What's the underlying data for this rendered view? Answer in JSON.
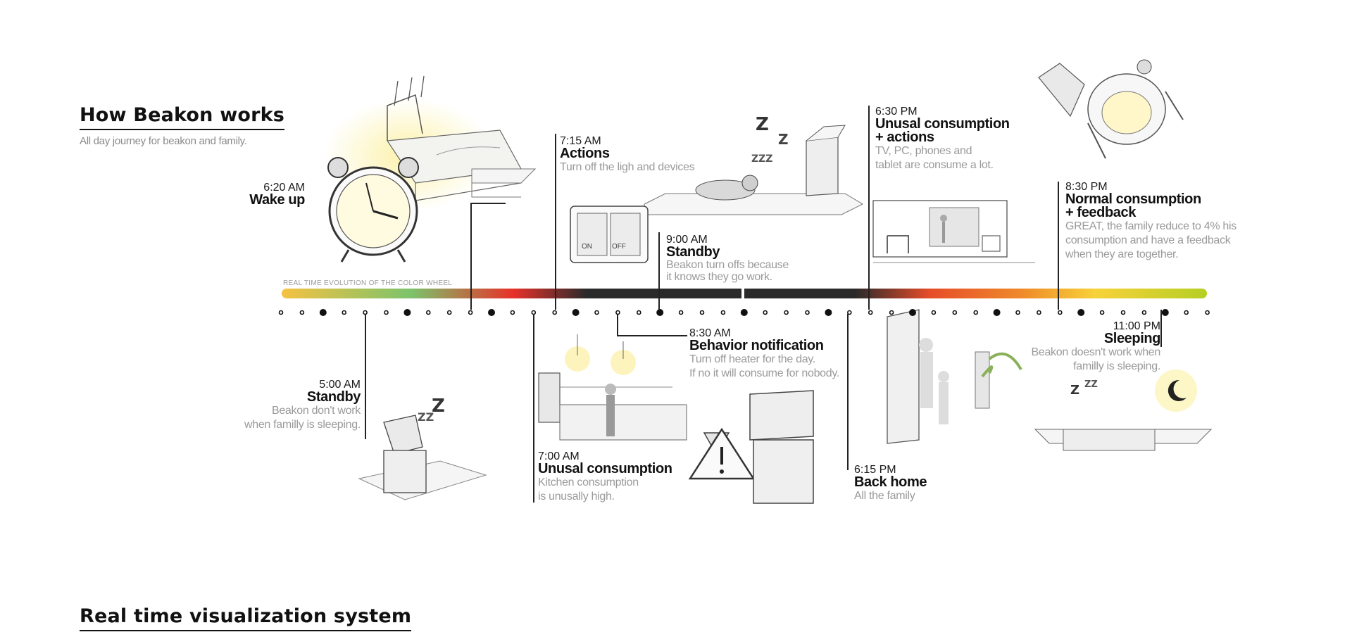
{
  "header": {
    "title": "How Beakon works",
    "subtitle": "All day journey for beakon and family."
  },
  "wheel": {
    "caption": "REAL TIME EVOLUTION OF THE COLOR WHEEL",
    "colors": {
      "yellow": "#f5c242",
      "green": "#7cc36b",
      "red": "#e8322a",
      "dark": "#2a2a2a",
      "orange": "#ef8a2a",
      "lime": "#b6cf22"
    }
  },
  "events": {
    "e0500": {
      "time": "5:00 AM",
      "title": "Standby",
      "desc1": "Beakon don't work",
      "desc2": "when familly is sleeping."
    },
    "e0620": {
      "time": "6:20 AM",
      "title": "Wake up"
    },
    "e0700": {
      "time": "7:00 AM",
      "title": "Unusal consumption",
      "desc1": "Kitchen consumption",
      "desc2": "is unusally high."
    },
    "e0715": {
      "time": "7:15 AM",
      "title": "Actions",
      "desc1": "Turn off the ligh and devices"
    },
    "e0830": {
      "time": "8:30 AM",
      "title": "Behavior notification",
      "desc1": "Turn off heater for the day.",
      "desc2": "If no it will consume for nobody."
    },
    "e0900": {
      "time": "9:00 AM",
      "title": "Standby",
      "desc1": "Beakon turn offs because",
      "desc2": "it knows they go work."
    },
    "e1815": {
      "time": "6:15 PM",
      "title": "Back home",
      "desc1": "All the family"
    },
    "e1830": {
      "time": "6:30 PM",
      "title1": "Unusal consumption",
      "title2": "+ actions",
      "desc1": "TV, PC, phones and",
      "desc2": "tablet are consume a lot."
    },
    "e2030": {
      "time": "8:30 PM",
      "title1": "Normal consumption",
      "title2": "+ feedback",
      "desc1": "GREAT, the family reduce to 4% his",
      "desc2": "consumption and have a feedback",
      "desc3": "when they are together."
    },
    "e2300": {
      "time": "11:00 PM",
      "title": "Sleeping",
      "desc1": "Beakon doesn't work when",
      "desc2": "familly is sleeping."
    }
  },
  "switch": {
    "on_label": "ON",
    "off_label": "OFF"
  },
  "footer": {
    "title": "Real time visualization system"
  }
}
